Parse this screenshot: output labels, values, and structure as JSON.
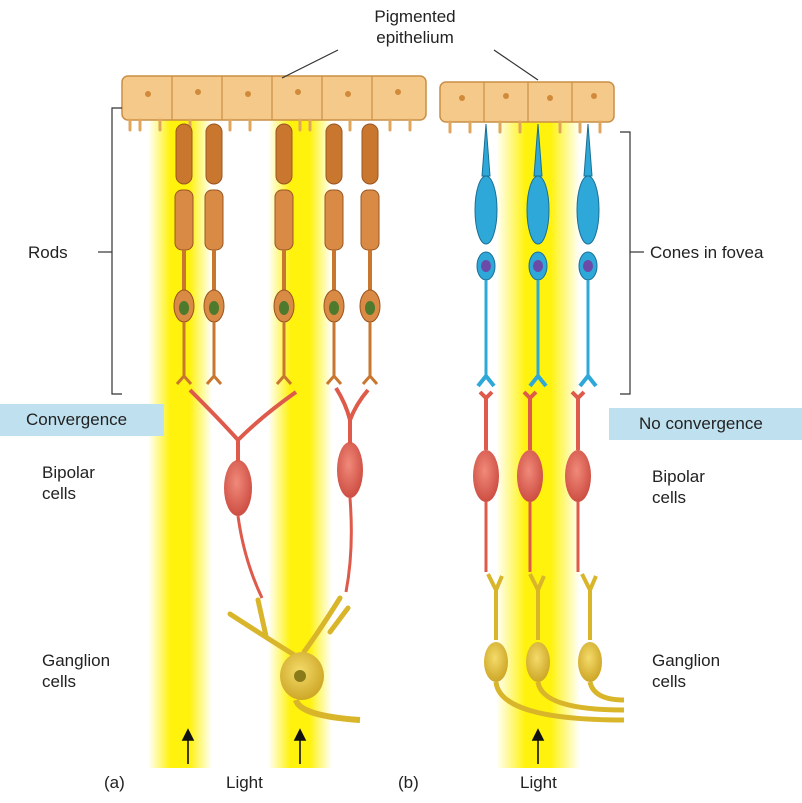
{
  "labels": {
    "pigmented_epithelium": [
      "Pigmented",
      "epithelium"
    ],
    "rods": "Rods",
    "cones_in_fovea": "Cones in fovea",
    "convergence": "Convergence",
    "no_convergence": "No convergence",
    "bipolar_left": [
      "Bipolar",
      "cells"
    ],
    "bipolar_right": [
      "Bipolar",
      "cells"
    ],
    "ganglion_left": [
      "Ganglion",
      "cells"
    ],
    "ganglion_right": [
      "Ganglion",
      "cells"
    ],
    "panel_a": "(a)",
    "panel_b": "(b)",
    "light_left": "Light",
    "light_right": "Light"
  },
  "colors": {
    "light_beam": "#fff200",
    "epithelium": "#f5c98a",
    "rod": "#c9762e",
    "cone": "#2ea8d8",
    "bipolar": "#de5a4a",
    "ganglion": "#d9b52a",
    "band": "#bfe1ef"
  }
}
